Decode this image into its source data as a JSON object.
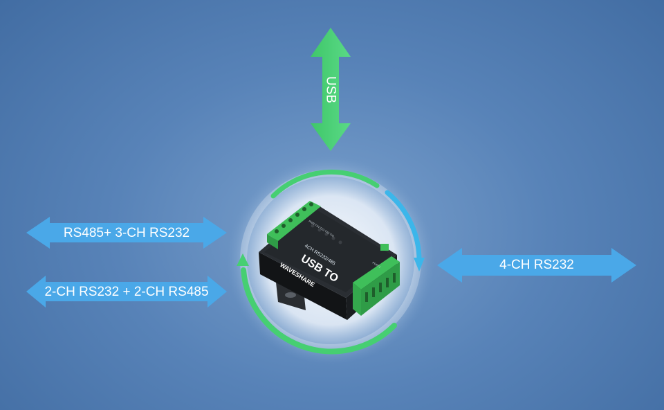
{
  "arrows": {
    "top_label": "USB",
    "left_top_label": "RS485+ 3-CH RS232",
    "left_bottom_label": "2-CH RS232 + 2-CH RS485",
    "right_label": "4-CH RS232"
  },
  "device": {
    "brand": "WAVESHARE",
    "title": "USB TO",
    "subtitle": "4CH RS232/485",
    "led_labels": "PWR TX4 TX3 TX2 TX1",
    "port_label": "PORT1"
  },
  "colors": {
    "background": "#5883b8",
    "blue_arrow": "#4aa8e8",
    "green_arrow": "#4cce6e",
    "terminal_green": "#3fbf5a",
    "device_body": "#1c1f22"
  }
}
